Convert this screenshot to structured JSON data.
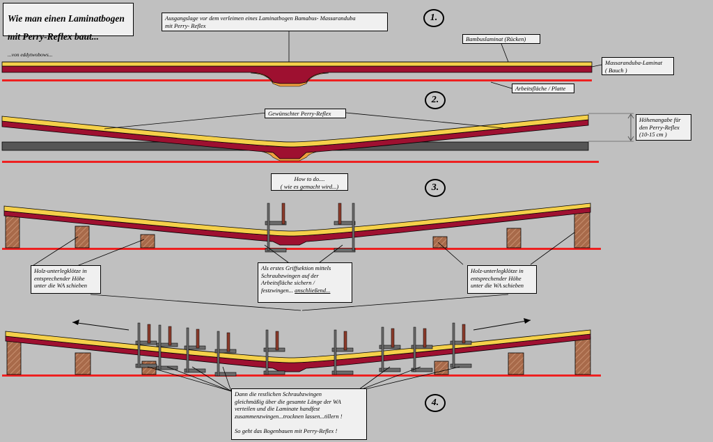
{
  "title": {
    "main_line1": "Wie man einen Laminatbogen",
    "main_line2": "mit Perry-Reflex baut...",
    "sub": "...von eddytwobows..."
  },
  "steps": [
    "1.",
    "2.",
    "3.",
    "4."
  ],
  "labels": {
    "ausgangslage": "Ausgangslage vor dem verleimen eines Laminatbogen Bamabus- Massaranduba\nmit Perry- Reflex",
    "bambus": "Bambuslaminat (Rücken)",
    "massaranduba": "Massaranduba-Laminat\n( Bauch )",
    "arbeitsflaeche": "Arbeitsfläche / Platte",
    "gewuenschter": "Gewünschter Perry-Reflex",
    "hoehenangabe": "Höhenangabe für\nden Perry-Reflex\n(10-15 cm )",
    "howto": "How to do....\n( wie es gemacht wird...)",
    "holz_left": "Holz-unterlegklötze in\nentsprechender Höhe\nunter die WA schieben",
    "holz_right": "Holz-unterlegklötze in\nentsprechender Höhe\nunter die WA schieben",
    "griff_main": "Als erstes Griffsektion mittels\nSchraubzwingen auf der\nArbeitsfläche sichern /\nfestzwingen... ",
    "griff_underlined": "anschließend...",
    "dann": "Dann die restlichen Schraubzwingen\ngleichmäßig über die gesamte Länge der WA\nverteilen und die Laminate handfest\nzusammenzwingen...trocknen lassen...tillern !\n\nSo geht das Bogenbauen mit Perry-Reflex !"
  },
  "colors": {
    "background": "#c0c0c0",
    "laminate_top": "#f5d04a",
    "laminate_body": "#9e1030",
    "grip_fill": "#f0a040",
    "work_surface": "#ee2020",
    "plate": "#555555",
    "wood_block": "#a86a4a",
    "clamp": "#6c6c6c",
    "clamp_handle": "#8a3a2a"
  }
}
